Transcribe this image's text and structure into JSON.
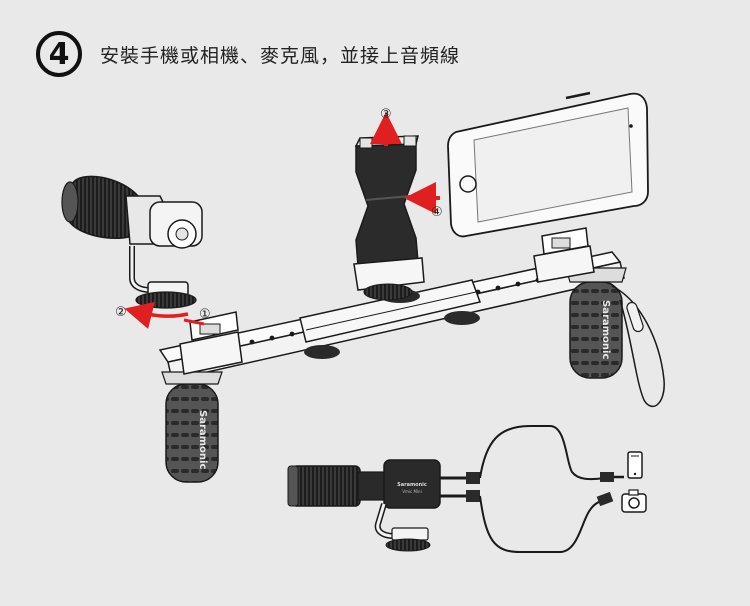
{
  "header": {
    "step_number": "4",
    "title": "安裝手機或相機、麥克風，並接上音頻線"
  },
  "callouts": {
    "one": "①",
    "two": "②",
    "three": "③",
    "four": "④"
  },
  "brand": {
    "grip_label": "Saramonic",
    "mic_label_line1": "Saramonic",
    "mic_label_line2": "Vmic Mini"
  },
  "colors": {
    "background": "#e9e9e9",
    "line": "#1a1a1a",
    "arrow": "#e02020",
    "metal": "#f4f4f4",
    "dark": "#2a2a2a"
  },
  "icons": {
    "phone": "smartphone-icon",
    "camera": "camera-icon"
  }
}
